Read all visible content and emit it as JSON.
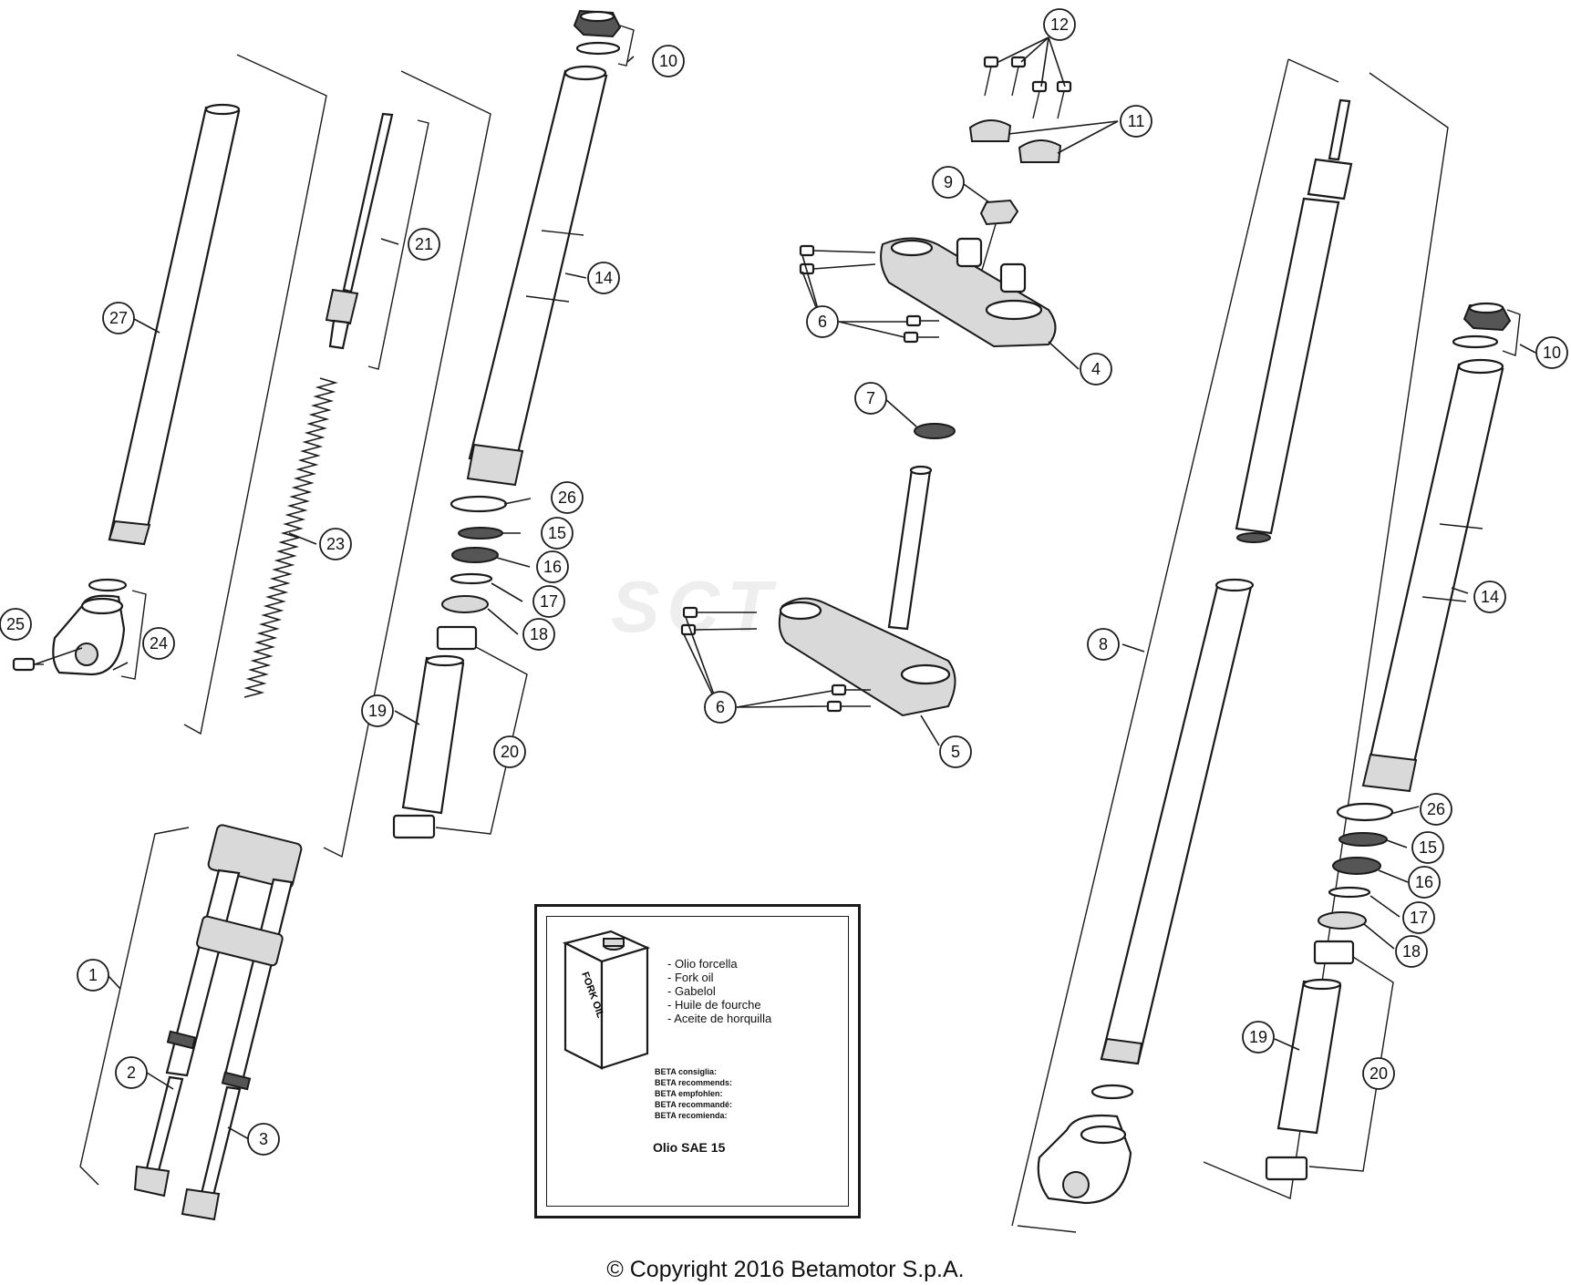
{
  "diagram": {
    "watermark": "SCT",
    "callouts": [
      "1",
      "2",
      "3",
      "4",
      "5",
      "6",
      "6",
      "7",
      "8",
      "9",
      "10",
      "10",
      "11",
      "12",
      "14",
      "14",
      "15",
      "15",
      "16",
      "16",
      "17",
      "17",
      "18",
      "18",
      "19",
      "19",
      "20",
      "20",
      "21",
      "23",
      "24",
      "25",
      "26",
      "26",
      "27"
    ]
  },
  "oil_box": {
    "can_label": "FORK OIL",
    "names": [
      "- Olio forcella",
      "- Fork oil",
      "- Gabelol",
      "- Huile de fourche",
      "- Aceite de horquilla"
    ],
    "recommends": [
      "BETA consiglia:",
      "BETA recommends:",
      "BETA empfohlen:",
      "BETA recommandé:",
      "BETA recomienda:"
    ],
    "grade": "Olio SAE 15"
  },
  "footer": {
    "copyright": "© Copyright 2016 Betamotor S.p.A."
  }
}
